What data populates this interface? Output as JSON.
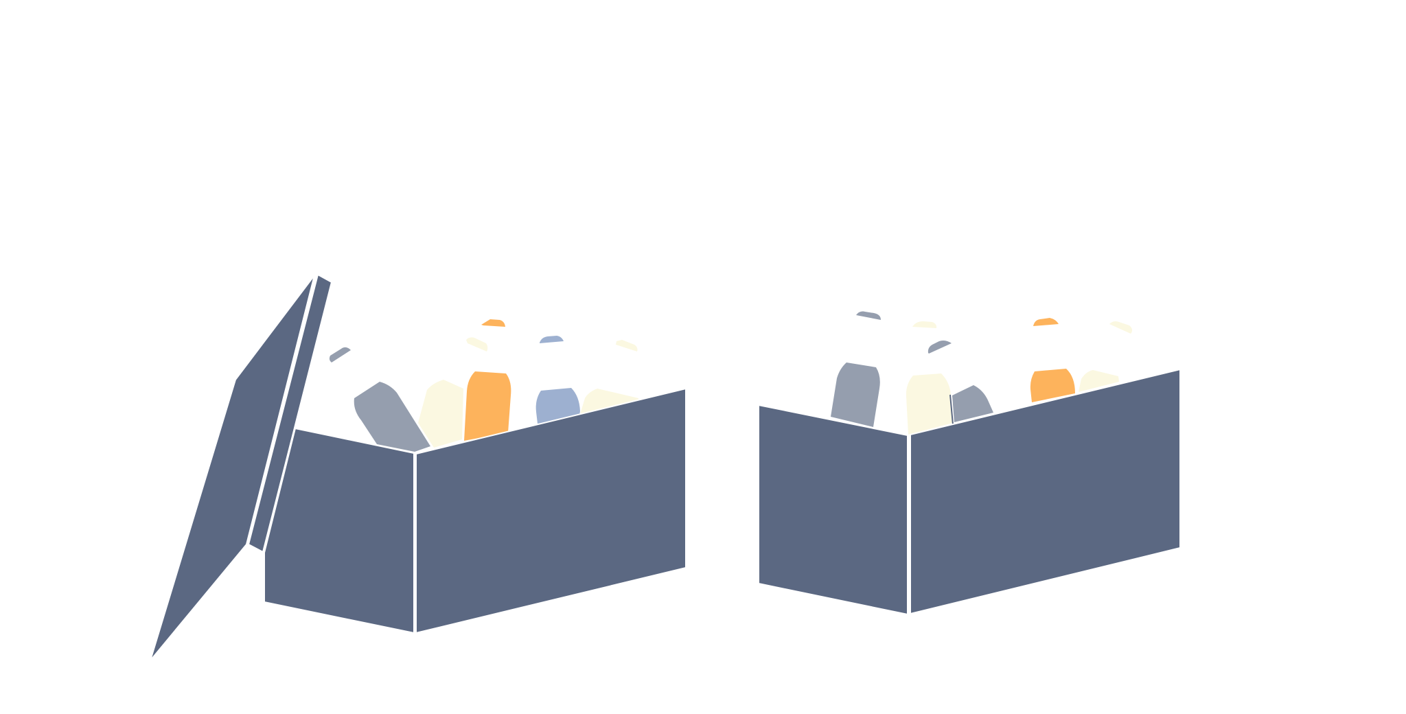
{
  "colors": {
    "background": "#ffffff",
    "box": "#5b6882",
    "edge": "#ffffff",
    "gray_bottle": "#959eae",
    "blue_bottle": "#9db0d0",
    "orange_bottle": "#fdb35c",
    "cream_bottle": "#fbf8e1"
  },
  "scene": {
    "left_box": {
      "state": "open",
      "bottles": [
        "gray",
        "cream",
        "orange",
        "blue",
        "cream",
        "gray",
        "cream",
        "orange",
        "blue",
        "cream"
      ]
    },
    "right_box": {
      "state": "open",
      "bottles": [
        "gray",
        "cream",
        "gray",
        "orange",
        "cream",
        "gray",
        "cream",
        "gray",
        "orange",
        "cream"
      ]
    }
  }
}
